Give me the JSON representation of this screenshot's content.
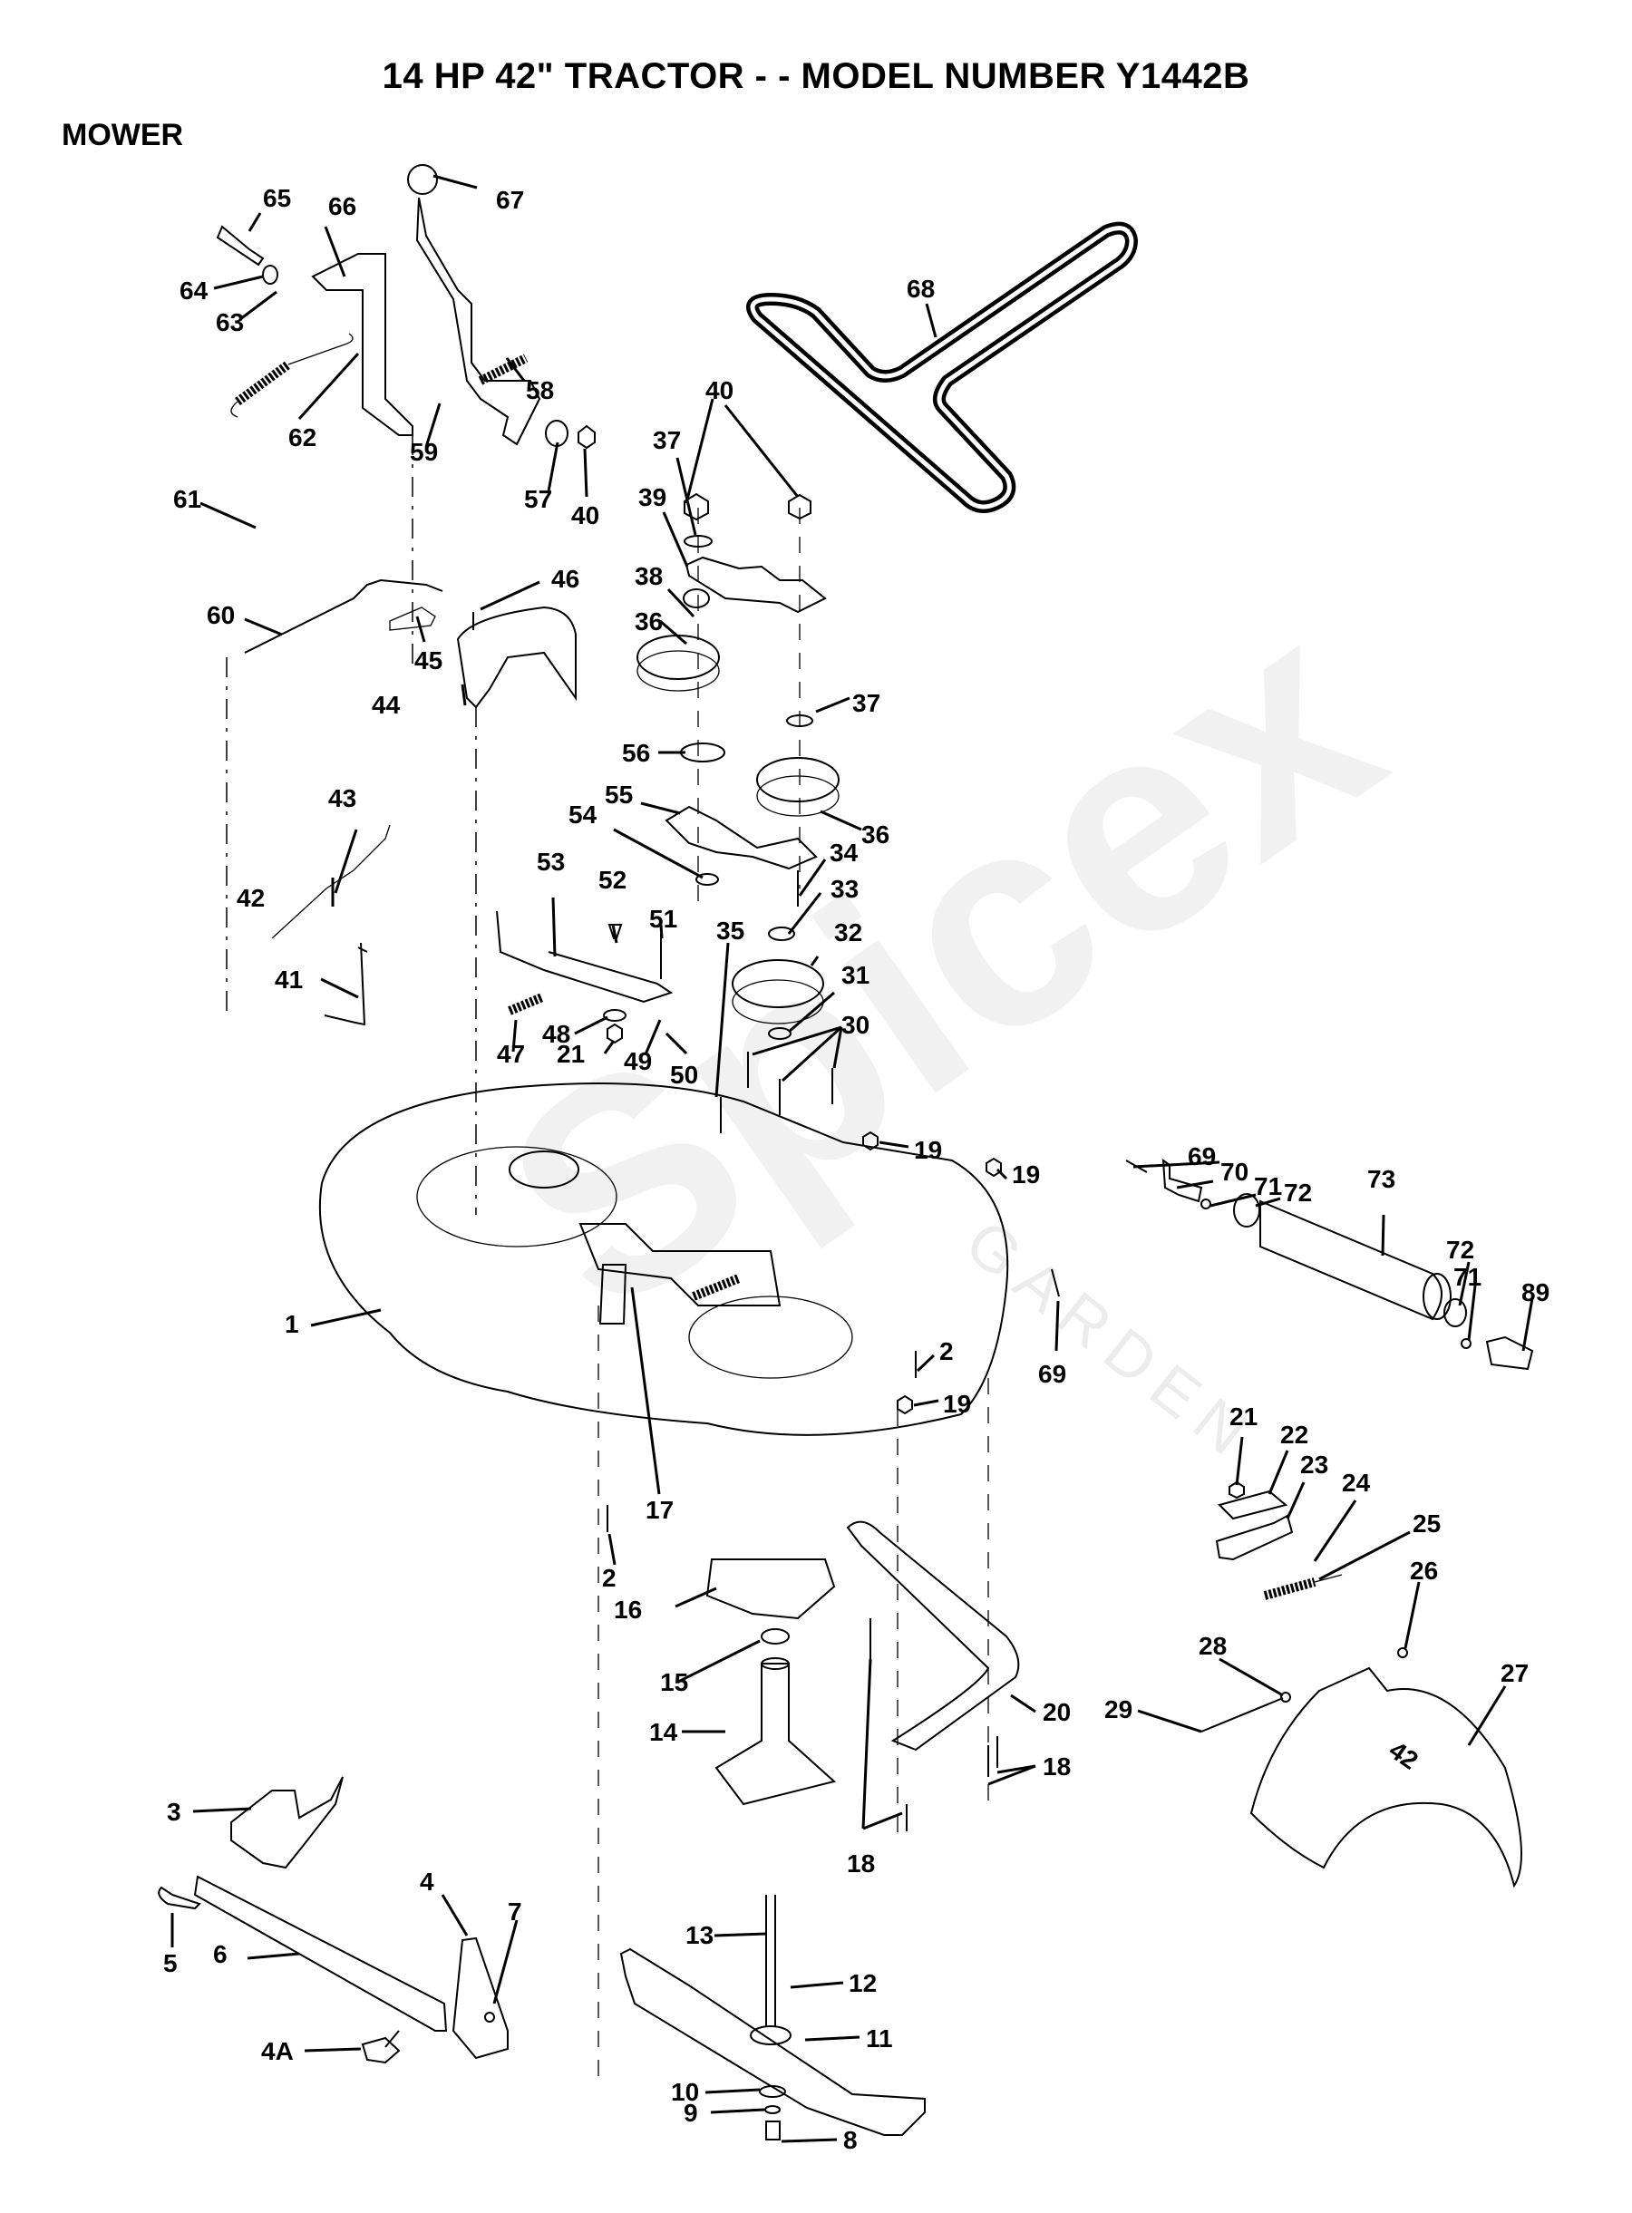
{
  "header": {
    "title": "14 HP 42\" TRACTOR - - MODEL NUMBER Y1442B",
    "section": "MOWER"
  },
  "watermark": {
    "brand": "Spicex",
    "sub": "GARDEN"
  },
  "callouts": [
    {
      "id": "c1",
      "label": "1"
    },
    {
      "id": "c2a",
      "label": "2"
    },
    {
      "id": "c2b",
      "label": "2"
    },
    {
      "id": "c3",
      "label": "3"
    },
    {
      "id": "c4",
      "label": "4"
    },
    {
      "id": "c4a",
      "label": "4A"
    },
    {
      "id": "c5",
      "label": "5"
    },
    {
      "id": "c6",
      "label": "6"
    },
    {
      "id": "c7",
      "label": "7"
    },
    {
      "id": "c8",
      "label": "8"
    },
    {
      "id": "c9",
      "label": "9"
    },
    {
      "id": "c10",
      "label": "10"
    },
    {
      "id": "c11",
      "label": "11"
    },
    {
      "id": "c12",
      "label": "12"
    },
    {
      "id": "c13",
      "label": "13"
    },
    {
      "id": "c14",
      "label": "14"
    },
    {
      "id": "c15",
      "label": "15"
    },
    {
      "id": "c16",
      "label": "16"
    },
    {
      "id": "c17",
      "label": "17"
    },
    {
      "id": "c18a",
      "label": "18"
    },
    {
      "id": "c18b",
      "label": "18"
    },
    {
      "id": "c19a",
      "label": "19"
    },
    {
      "id": "c19b",
      "label": "19"
    },
    {
      "id": "c19c",
      "label": "19"
    },
    {
      "id": "c20",
      "label": "20"
    },
    {
      "id": "c21a",
      "label": "21"
    },
    {
      "id": "c21b",
      "label": "21"
    },
    {
      "id": "c22",
      "label": "22"
    },
    {
      "id": "c23",
      "label": "23"
    },
    {
      "id": "c24",
      "label": "24"
    },
    {
      "id": "c25",
      "label": "25"
    },
    {
      "id": "c26",
      "label": "26"
    },
    {
      "id": "c27",
      "label": "27"
    },
    {
      "id": "c28",
      "label": "28"
    },
    {
      "id": "c29",
      "label": "29"
    },
    {
      "id": "c30",
      "label": "30"
    },
    {
      "id": "c31",
      "label": "31"
    },
    {
      "id": "c32",
      "label": "32"
    },
    {
      "id": "c33",
      "label": "33"
    },
    {
      "id": "c34",
      "label": "34"
    },
    {
      "id": "c35",
      "label": "35"
    },
    {
      "id": "c36a",
      "label": "36"
    },
    {
      "id": "c36b",
      "label": "36"
    },
    {
      "id": "c37a",
      "label": "37"
    },
    {
      "id": "c37b",
      "label": "37"
    },
    {
      "id": "c38",
      "label": "38"
    },
    {
      "id": "c39",
      "label": "39"
    },
    {
      "id": "c40a",
      "label": "40"
    },
    {
      "id": "c40b",
      "label": "40"
    },
    {
      "id": "c41",
      "label": "41"
    },
    {
      "id": "c42",
      "label": "42"
    },
    {
      "id": "c43",
      "label": "43"
    },
    {
      "id": "c44",
      "label": "44"
    },
    {
      "id": "c45",
      "label": "45"
    },
    {
      "id": "c46",
      "label": "46"
    },
    {
      "id": "c47",
      "label": "47"
    },
    {
      "id": "c48",
      "label": "48"
    },
    {
      "id": "c49",
      "label": "49"
    },
    {
      "id": "c50",
      "label": "50"
    },
    {
      "id": "c51",
      "label": "51"
    },
    {
      "id": "c52",
      "label": "52"
    },
    {
      "id": "c53",
      "label": "53"
    },
    {
      "id": "c54",
      "label": "54"
    },
    {
      "id": "c55",
      "label": "55"
    },
    {
      "id": "c56",
      "label": "56"
    },
    {
      "id": "c57",
      "label": "57"
    },
    {
      "id": "c58",
      "label": "58"
    },
    {
      "id": "c59",
      "label": "59"
    },
    {
      "id": "c60",
      "label": "60"
    },
    {
      "id": "c61",
      "label": "61"
    },
    {
      "id": "c62",
      "label": "62"
    },
    {
      "id": "c63",
      "label": "63"
    },
    {
      "id": "c64",
      "label": "64"
    },
    {
      "id": "c65",
      "label": "65"
    },
    {
      "id": "c66",
      "label": "66"
    },
    {
      "id": "c67",
      "label": "67"
    },
    {
      "id": "c68",
      "label": "68"
    },
    {
      "id": "c69a",
      "label": "69"
    },
    {
      "id": "c69b",
      "label": "69"
    },
    {
      "id": "c70",
      "label": "70"
    },
    {
      "id": "c71a",
      "label": "71"
    },
    {
      "id": "c71b",
      "label": "71"
    },
    {
      "id": "c72a",
      "label": "72"
    },
    {
      "id": "c72b",
      "label": "72"
    },
    {
      "id": "c73",
      "label": "73"
    },
    {
      "id": "c89",
      "label": "89"
    }
  ]
}
